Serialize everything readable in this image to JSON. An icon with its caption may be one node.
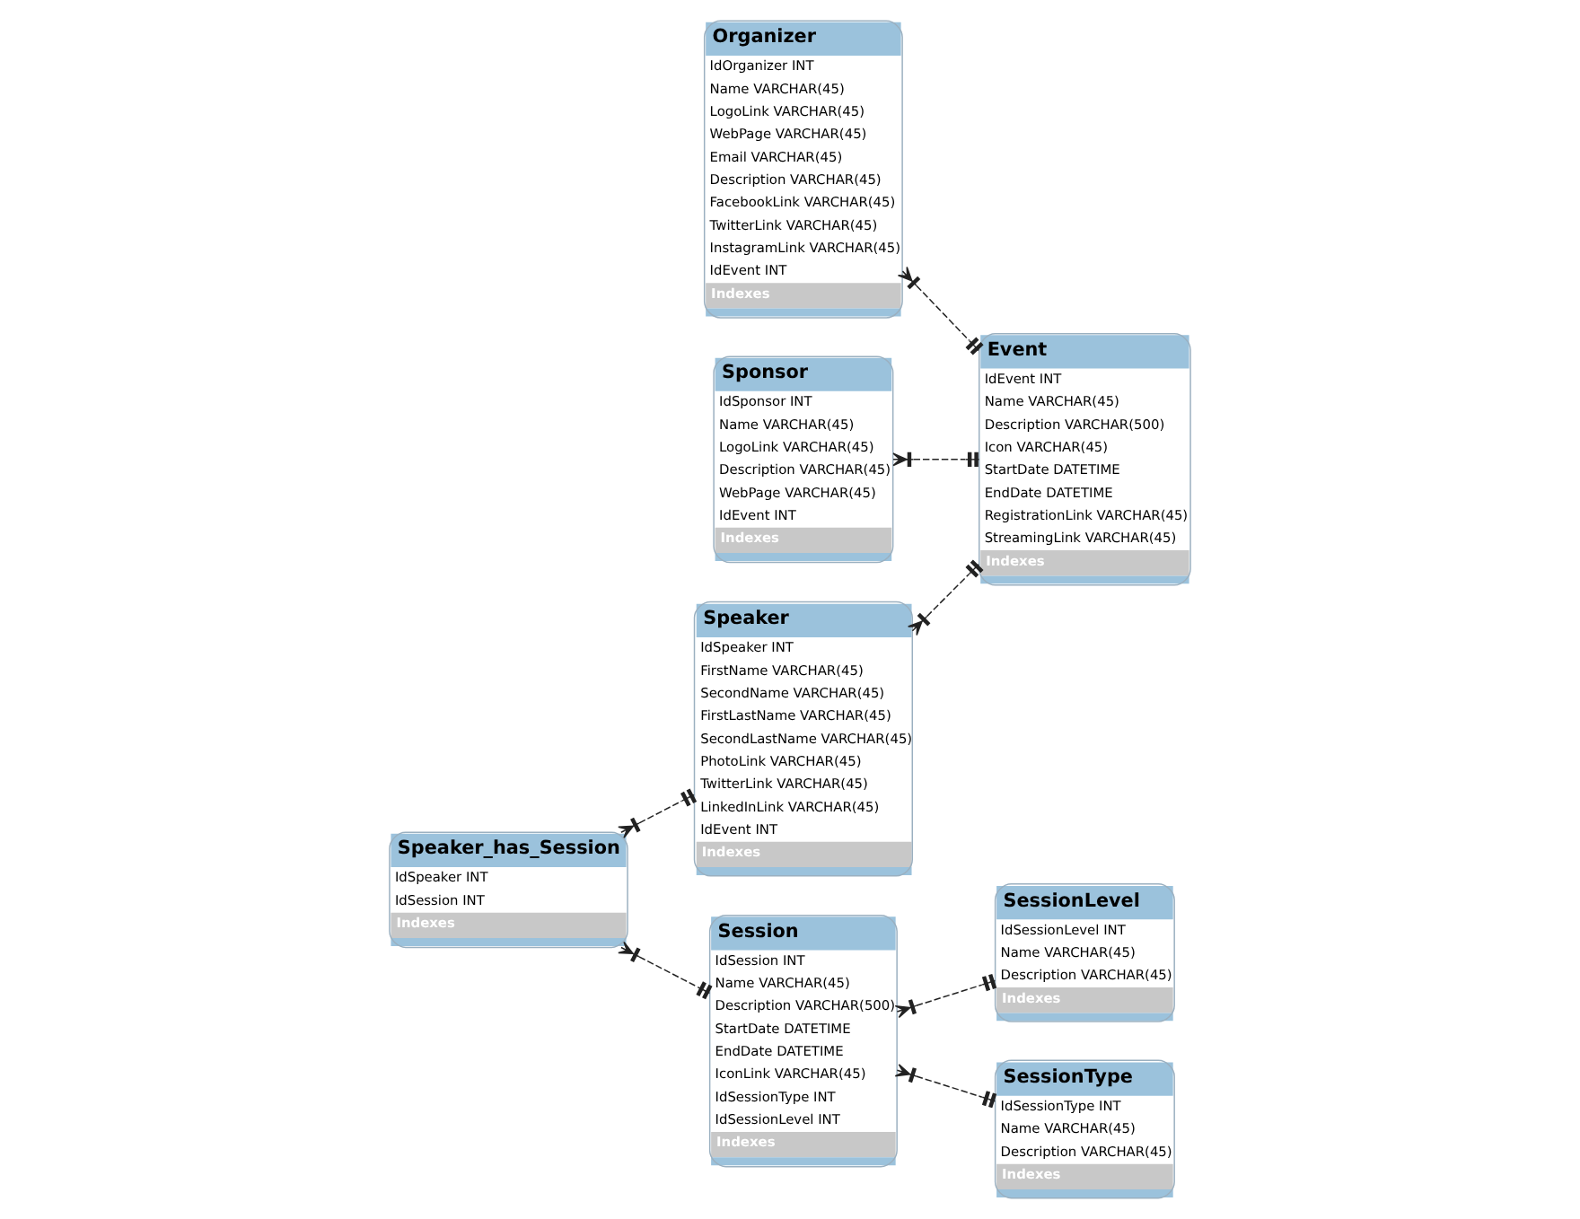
{
  "diagram": {
    "nodes": [
      {
        "text": [
          "Organizer",
          "IdOrganizer INT",
          "Name VARCHAR(45)",
          "LogoLink VARCHAR(45)",
          "WebPage VARCHAR(45)",
          "Email VARCHAR(45)",
          "Description VARCHAR(45)",
          "FacebookLink VARCHAR(45)",
          "TwitterLink VARCHAR(45)",
          "InstagramLink VARCHAR(45)",
          "IdEvent INT",
          "Indexes"
        ]
      },
      {
        "text": [
          "Sponsor",
          "IdSponsor INT",
          "Name VARCHAR(45)",
          "LogoLink VARCHAR(45)",
          "Description VARCHAR(45)",
          "WebPage VARCHAR(45)",
          "IdEvent INT",
          "Indexes"
        ]
      },
      {
        "text": [
          "Event",
          "IdEvent INT",
          "Name VARCHAR(45)",
          "Description VARCHAR(500)",
          "Icon VARCHAR(45)",
          "StartDate DATETIME",
          "EndDate DATETIME",
          "RegistrationLink VARCHAR(45)",
          "StreamingLink VARCHAR(45)",
          "Indexes"
        ]
      },
      {
        "text": [
          "Speaker",
          "IdSpeaker INT",
          "FirstName VARCHAR(45)",
          "SecondName VARCHAR(45)",
          "FirstLastName VARCHAR(45)",
          "SecondLastName VARCHAR(45)",
          "PhotoLink VARCHAR(45)",
          "TwitterLink VARCHAR(45)",
          "LinkedInLink VARCHAR(45)",
          "IdEvent INT",
          "Indexes"
        ]
      },
      {
        "text": [
          "Session",
          "IdSession INT",
          "Name VARCHAR(45)",
          "Description VARCHAR(500)",
          "StartDate DATETIME",
          "EndDate DATETIME",
          "IconLink VARCHAR(45)",
          "IdSessionType INT",
          "IdSessionLevel INT",
          "Indexes"
        ]
      },
      {
        "text": [
          "Speaker_has_Session",
          "IdSpeaker INT",
          "IdSession INT",
          "Indexes"
        ]
      },
      {
        "text": [
          "SessionLevel",
          "IdSessionLevel INT",
          "Name VARCHAR(45)",
          "Description VARCHAR(45)",
          "Indexes"
        ]
      },
      {
        "text": [
          "SessionType",
          "IdSessionType INT",
          "Name VARCHAR(45)",
          "Description VARCHAR(45)",
          "Indexes"
        ]
      }
    ],
    "edges": [
      {
        "from": 0,
        "to": 2,
        "arrow": "other",
        "style": "dashed"
      },
      {
        "from": 1,
        "to": 2,
        "arrow": "other",
        "style": "dashed"
      },
      {
        "from": 3,
        "to": 2,
        "arrow": "other",
        "style": "dashed"
      },
      {
        "from": 5,
        "to": 3,
        "arrow": "other",
        "style": "dashed"
      },
      {
        "from": 5,
        "to": 4,
        "arrow": "other",
        "style": "dashed"
      },
      {
        "from": 4,
        "to": 6,
        "arrow": "other",
        "style": "dashed"
      },
      {
        "from": 4,
        "to": 7,
        "arrow": "other",
        "style": "dashed"
      }
    ]
  }
}
